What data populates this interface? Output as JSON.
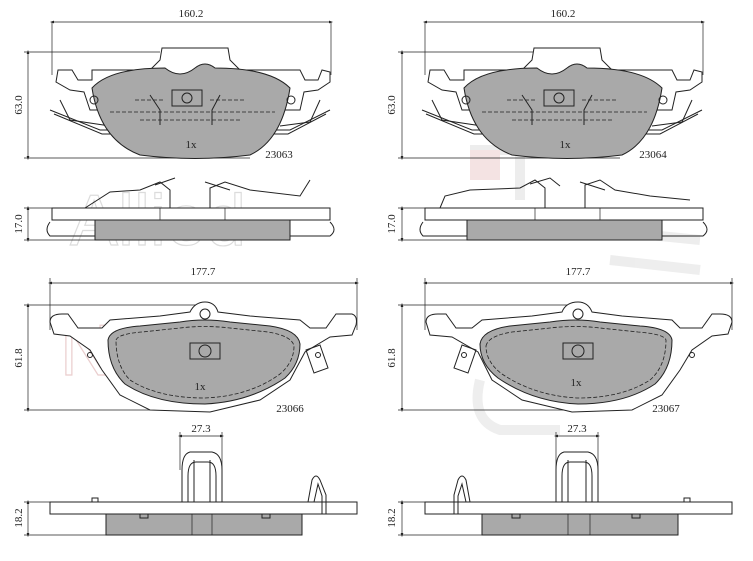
{
  "watermark": {
    "brand_line1": "Allied",
    "brand_line2": "Nippon"
  },
  "pads": [
    {
      "id": "23063",
      "width_dim": "160.2",
      "height_dim": "63.0",
      "thickness_dim": "17.0",
      "quantity": "1x"
    },
    {
      "id": "23064",
      "width_dim": "160.2",
      "height_dim": "63.0",
      "thickness_dim": "17.0",
      "quantity": "1x"
    },
    {
      "id": "23066",
      "width_dim": "177.7",
      "height_dim": "61.8",
      "thickness_dim": "18.2",
      "quantity": "1x",
      "clip_dim": "27.3"
    },
    {
      "id": "23067",
      "width_dim": "177.7",
      "height_dim": "61.8",
      "thickness_dim": "18.2",
      "quantity": "1x",
      "clip_dim": "27.3"
    }
  ],
  "colors": {
    "friction_material": "#a9a9a9",
    "outline": "#222222",
    "watermark_red": "#e8c9c9"
  }
}
